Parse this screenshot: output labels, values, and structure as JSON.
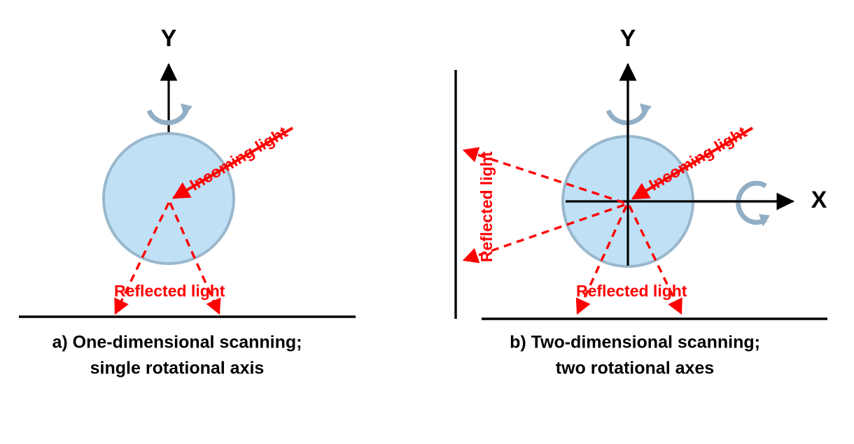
{
  "figure": {
    "title": "Optical scanning geometry: one-dimensional vs two-dimensional scanning",
    "background_color": "#ffffff",
    "colors": {
      "sphere_fill": "#bfe0f5",
      "sphere_stroke": "#9ab7cc",
      "ray": "#ff0000",
      "axis": "#000000",
      "rotation_arc": "#92aec4",
      "caption": "#000000"
    }
  },
  "panels": [
    {
      "id": "panel-a",
      "caption_line1": "a) One-dimensional scanning;",
      "caption_line2": "single rotational axis",
      "axes": [
        {
          "name": "y-axis",
          "label": "Y",
          "orientation": "vertical",
          "arrow": "up"
        }
      ],
      "rotation_arcs": [
        {
          "name": "y-rotation-arc",
          "about": "Y",
          "shape": "u-arc",
          "arrow_end": "right"
        }
      ],
      "rays": [
        {
          "name": "incoming-light",
          "label": "Incoming light",
          "style": "solid",
          "direction": "toward-center",
          "from": "upper-right"
        },
        {
          "name": "reflected-light-left",
          "label": "Reflected light",
          "style": "dashed",
          "direction": "down-left"
        },
        {
          "name": "reflected-light-right",
          "label": "Reflected light",
          "style": "dashed",
          "direction": "down-right"
        }
      ],
      "labels": {
        "incoming": "Incoming light",
        "reflected": "Reflected light",
        "y_axis": "Y"
      },
      "surfaces": [
        {
          "name": "detector-ground-line",
          "orientation": "horizontal"
        }
      ]
    },
    {
      "id": "panel-b",
      "caption_line1": "b) Two-dimensional scanning;",
      "caption_line2": "two rotational axes",
      "axes": [
        {
          "name": "y-axis",
          "label": "Y",
          "orientation": "vertical",
          "arrow": "up"
        },
        {
          "name": "x-axis",
          "label": "X",
          "orientation": "horizontal",
          "arrow": "right"
        }
      ],
      "rotation_arcs": [
        {
          "name": "y-rotation-arc",
          "about": "Y",
          "shape": "u-arc",
          "arrow_end": "right"
        },
        {
          "name": "x-rotation-arc",
          "about": "X",
          "shape": "c-arc",
          "arrow_end": "bottom"
        }
      ],
      "rays": [
        {
          "name": "incoming-light",
          "label": "Incoming light",
          "style": "solid",
          "direction": "toward-center",
          "from": "upper-right"
        },
        {
          "name": "reflected-light-down-left",
          "label": "Reflected light",
          "style": "dashed",
          "direction": "down-left"
        },
        {
          "name": "reflected-light-down-right",
          "label": "Reflected light",
          "style": "dashed",
          "direction": "down-right"
        },
        {
          "name": "reflected-light-up-left",
          "label": "Reflected light",
          "style": "dashed",
          "direction": "left-up"
        },
        {
          "name": "reflected-light-side-left",
          "label": "Reflected light",
          "style": "dashed",
          "direction": "left-down"
        }
      ],
      "labels": {
        "incoming": "Incoming light",
        "reflected_vertical": "Reflected light",
        "reflected_horizontal": "Reflected light",
        "y_axis": "Y",
        "x_axis": "X"
      },
      "surfaces": [
        {
          "name": "detector-ground-line",
          "orientation": "horizontal"
        },
        {
          "name": "detector-wall-line",
          "orientation": "vertical"
        }
      ]
    }
  ]
}
